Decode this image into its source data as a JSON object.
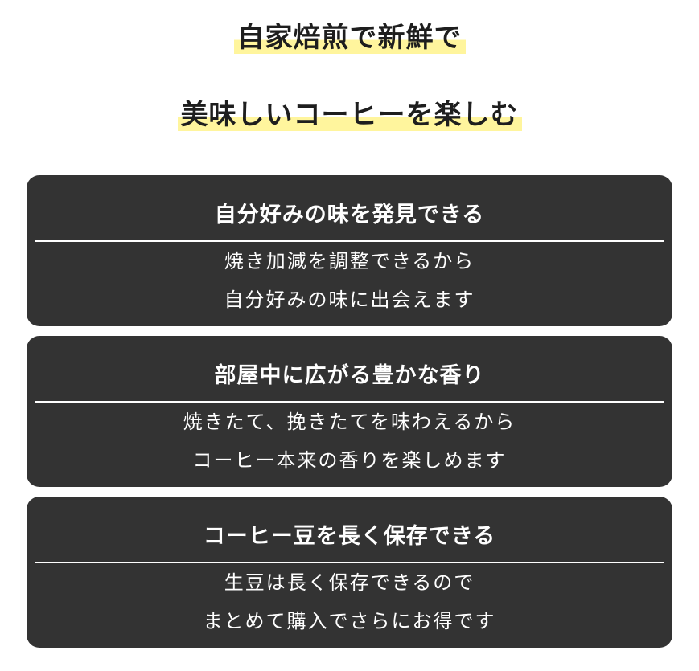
{
  "heading": {
    "line1": "自家焙煎で新鮮で",
    "line2": "美味しいコーヒーを楽しむ"
  },
  "colors": {
    "highlight": "#fff59d",
    "card_background": "#333333",
    "card_text": "#ffffff"
  },
  "cards": [
    {
      "title": "自分好みの味を発見できる",
      "lines": [
        "焼き加減を調整できるから",
        "自分好みの味に出会えます"
      ]
    },
    {
      "title": "部屋中に広がる豊かな香り",
      "lines": [
        "焼きたて、挽きたてを味わえるから",
        "コーヒー本来の香りを楽しめます"
      ]
    },
    {
      "title": "コーヒー豆を長く保存できる",
      "lines": [
        "生豆は長く保存できるので",
        "まとめて購入でさらにお得です"
      ]
    }
  ]
}
